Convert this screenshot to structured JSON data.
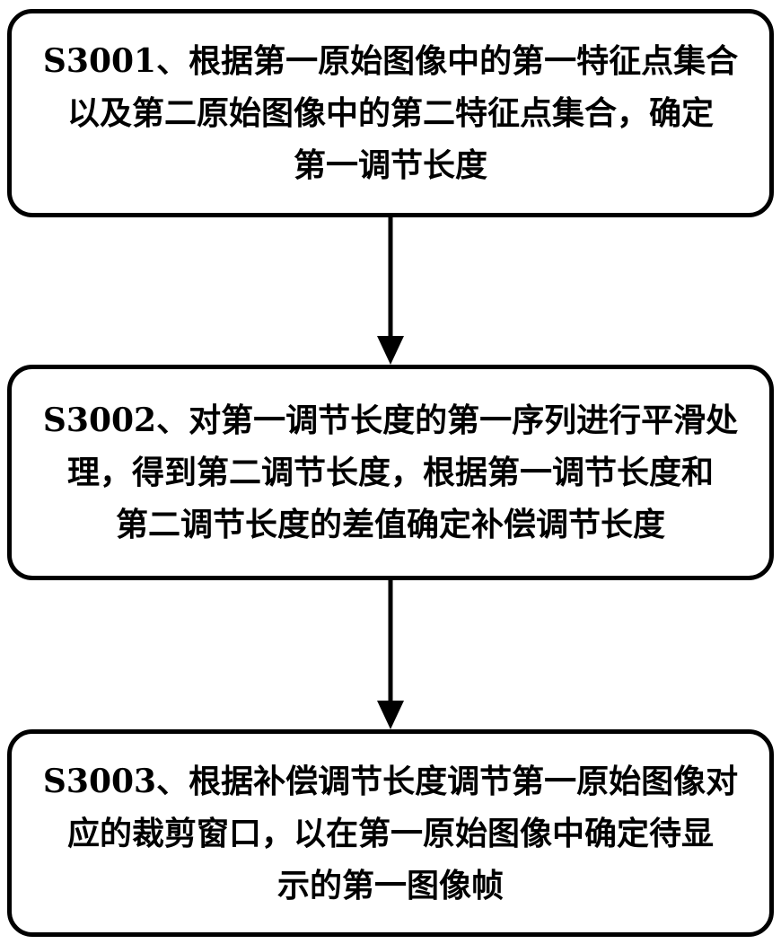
{
  "diagram": {
    "type": "flowchart",
    "direction": "top-down",
    "colors": {
      "stroke": "#000000",
      "background": "#ffffff",
      "text": "#000000"
    },
    "steps": [
      {
        "id": "S3001",
        "label": "S3001、根据第一原始图像中的第一特征点集合以及第二原始图像中的第二特征点集合，确定第一调节长度",
        "lines": [
          "S3001、根据第一原始图像中的第一特征点集合",
          "以及第二原始图像中的第二特征点集合，确定",
          "第一调节长度"
        ]
      },
      {
        "id": "S3002",
        "label": "S3002、对第一调节长度的第一序列进行平滑处理，得到第二调节长度，根据第一调节长度和第二调节长度的差值确定补偿调节长度",
        "lines": [
          "S3002、对第一调节长度的第一序列进行平滑处",
          "理，得到第二调节长度，根据第一调节长度和",
          "第二调节长度的差值确定补偿调节长度"
        ]
      },
      {
        "id": "S3003",
        "label": "S3003、根据补偿调节长度调节第一原始图像对应的裁剪窗口，以在第一原始图像中确定待显示的第一图像帧",
        "lines": [
          "S3003、根据补偿调节长度调节第一原始图像对",
          "应的裁剪窗口，以在第一原始图像中确定待显",
          "示的第一图像帧"
        ]
      }
    ],
    "connectors": [
      {
        "from": "S3001",
        "to": "S3002",
        "style": "solid-arrow-down"
      },
      {
        "from": "S3002",
        "to": "S3003",
        "style": "solid-arrow-down"
      }
    ]
  }
}
